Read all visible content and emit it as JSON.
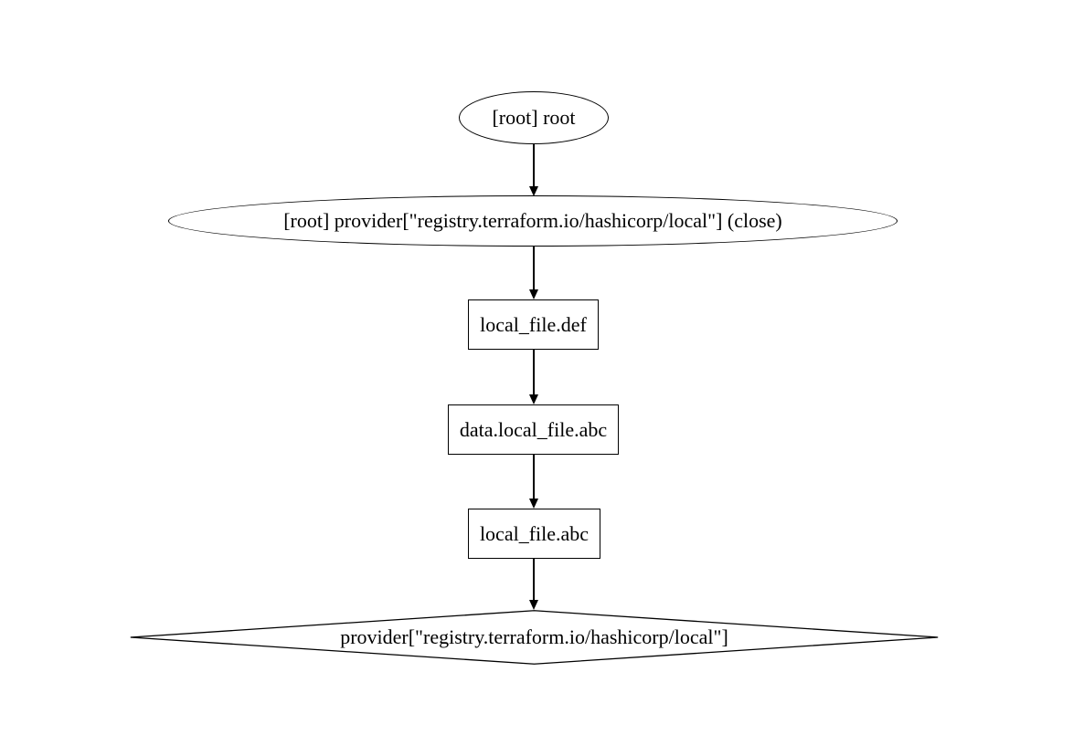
{
  "colors": {
    "background": "#ffffff",
    "node_stroke": "#000000",
    "edge_stroke": "#000000",
    "text": "#000000"
  },
  "graph": {
    "kind": "terraform-dependency-graph",
    "direction": "top-down"
  },
  "nodes": {
    "root": {
      "shape": "ellipse",
      "label": "[root] root"
    },
    "provider_close": {
      "shape": "ellipse",
      "label": "[root] provider[\"registry.terraform.io/hashicorp/local\"] (close)"
    },
    "local_file_def": {
      "shape": "box",
      "label": "local_file.def"
    },
    "data_local_file_abc": {
      "shape": "box",
      "label": "data.local_file.abc"
    },
    "local_file_abc": {
      "shape": "box",
      "label": "local_file.abc"
    },
    "provider": {
      "shape": "diamond",
      "label": "provider[\"registry.terraform.io/hashicorp/local\"]"
    }
  },
  "edges": [
    {
      "from": "root",
      "to": "provider_close"
    },
    {
      "from": "provider_close",
      "to": "local_file_def"
    },
    {
      "from": "local_file_def",
      "to": "data_local_file_abc"
    },
    {
      "from": "data_local_file_abc",
      "to": "local_file_abc"
    },
    {
      "from": "local_file_abc",
      "to": "provider"
    }
  ]
}
